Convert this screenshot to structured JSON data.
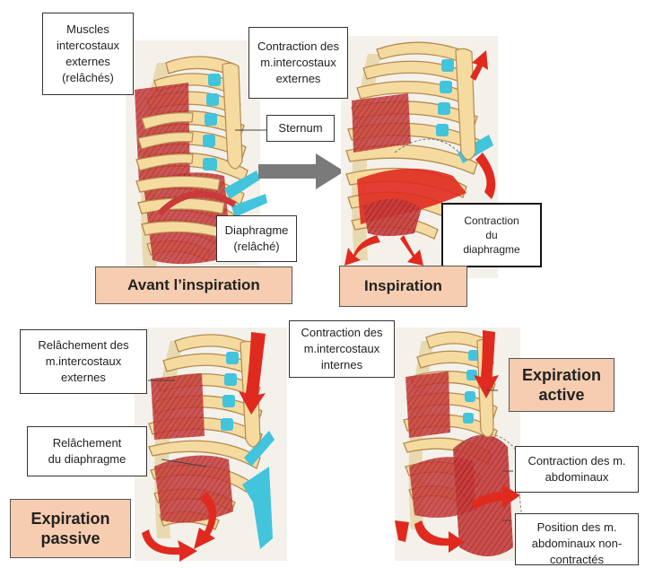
{
  "panels": {
    "before": {
      "title": "Avant l’inspiration",
      "label_muscles": "Muscles\nintercostaux\nexternes\n(relâchés)",
      "label_diaphragm": "Diaphragme\n(relâché)",
      "label_sternum": "Sternum"
    },
    "inspiration": {
      "title": "Inspiration",
      "label_intercostal": "Contraction des\nm.intercostaux\nexternes",
      "label_diaphragm": "Contraction\ndu\ndiaphragme"
    },
    "passive": {
      "title": "Expiration\npassive",
      "label_intercostal": "Relâchement des\nm.intercostaux\nexternes",
      "label_diaphragm": "Relâchement\ndu diaphragme"
    },
    "active": {
      "title": "Expiration\nactive",
      "label_intercostal": "Contraction des\nm.intercostaux\ninternes",
      "label_abdominal": "Contraction des m.\nabdominaux",
      "label_position": "Position des m.\nabdominaux non-\ncontractés"
    }
  },
  "colors": {
    "rib": "#f5dba0",
    "cartilage": "#42c4dc",
    "muscle": "#c93a3a",
    "arrow_red": "#e02a1f",
    "arrow_gray": "#7a7a7a",
    "title_bg": "#f6cdb0"
  }
}
